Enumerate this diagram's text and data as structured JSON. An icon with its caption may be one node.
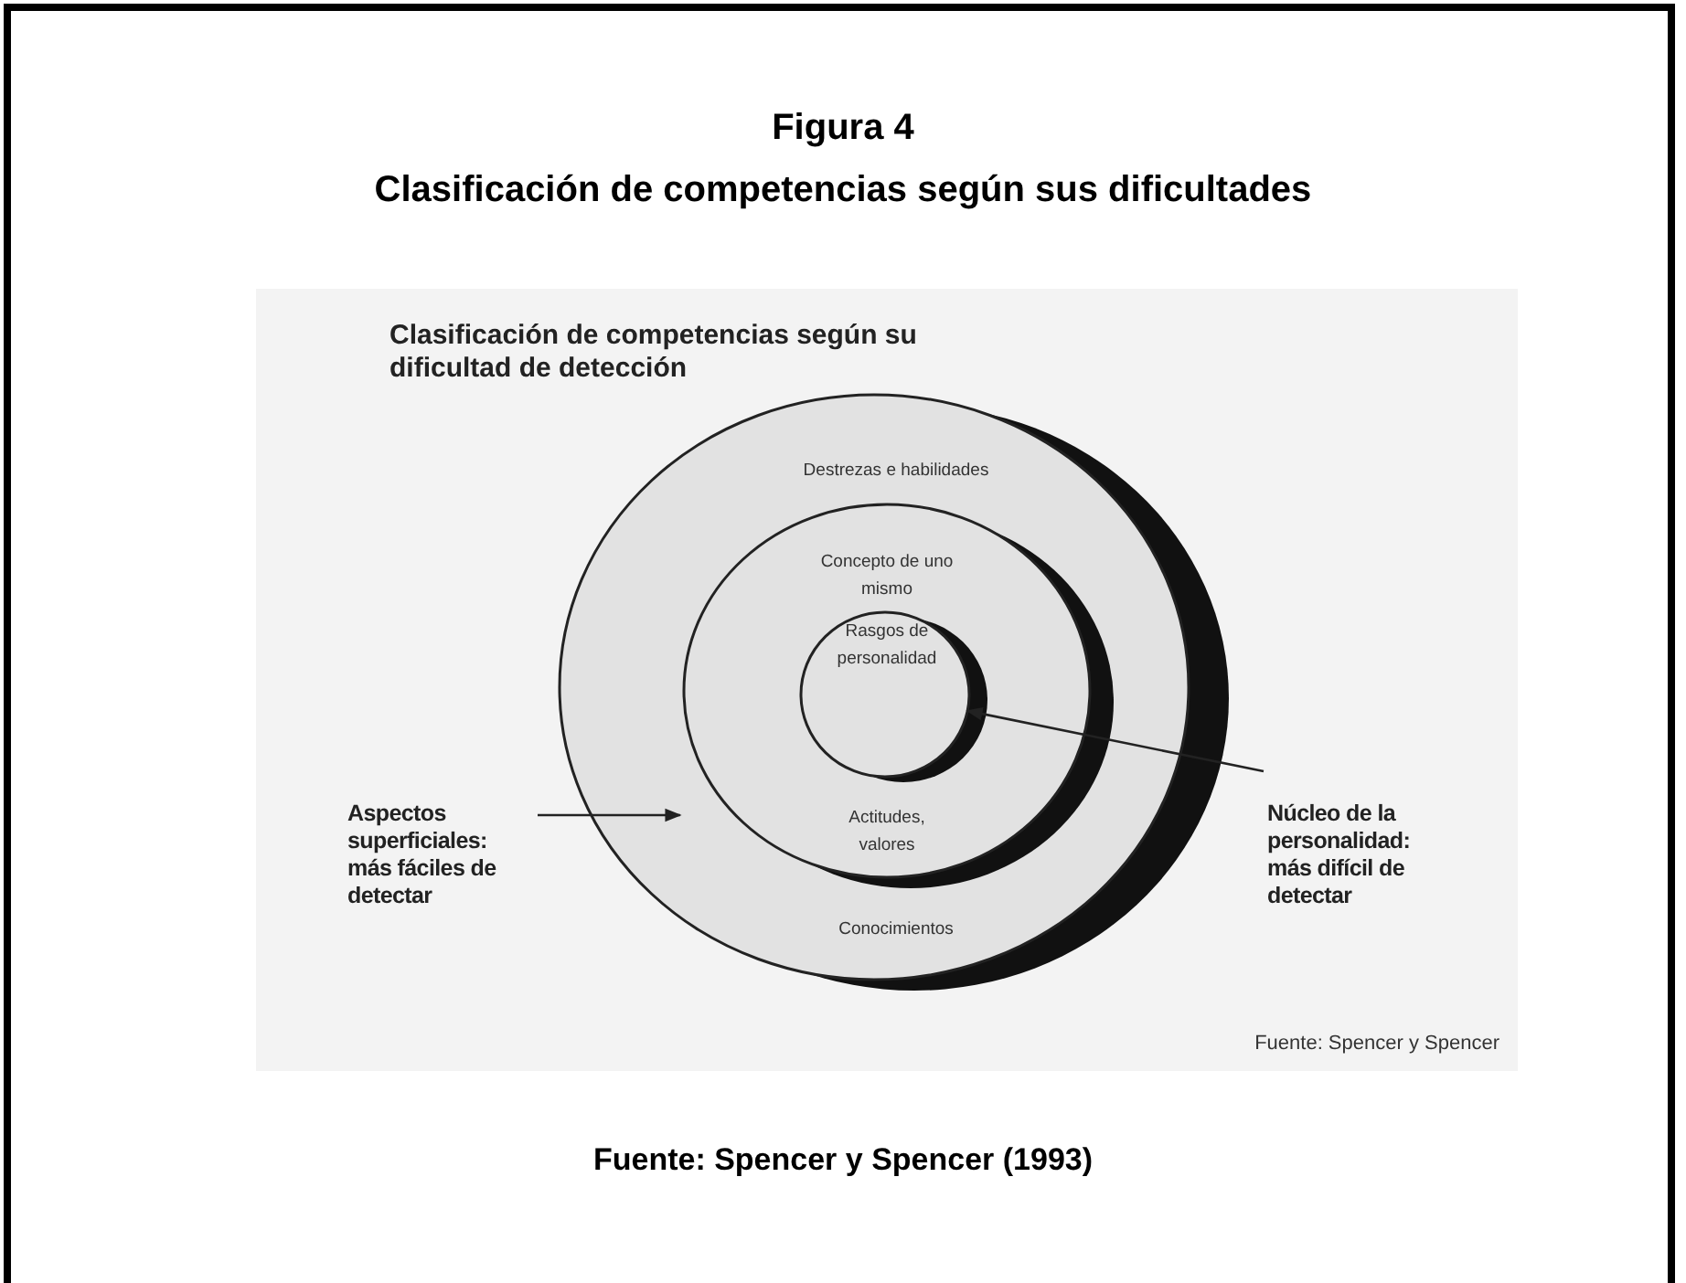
{
  "diagram": {
    "title": "Figura 4",
    "caption": "Fuente: Spencer y Spencer (1993)",
    "nodes": [
      {
        "text": [
          "Destrezas e habilidades",
          "Conocimientos"
        ]
      },
      {
        "text": [
          "Concepto de uno mismo",
          "Actitudes, valores"
        ],
        "in": 0
      },
      {
        "text": [
          "Rasgos de personalidad"
        ],
        "in": 1
      },
      {
        "text": [
          "Aspectos superficiales: más fáciles de detectar"
        ]
      },
      {
        "text": [
          "Núcleo de la personalidad: más difícil de detectar"
        ]
      }
    ],
    "edges": [
      {
        "from": 3,
        "to": 0,
        "arrow": "to"
      },
      {
        "from": 4,
        "to": 2,
        "arrow": "to"
      }
    ],
    "labels": [
      "Clasificación de competencias según sus dificultades",
      "Clasificación de competencias según su dificultad de detección",
      "Fuente: Spencer y Spencer"
    ]
  }
}
